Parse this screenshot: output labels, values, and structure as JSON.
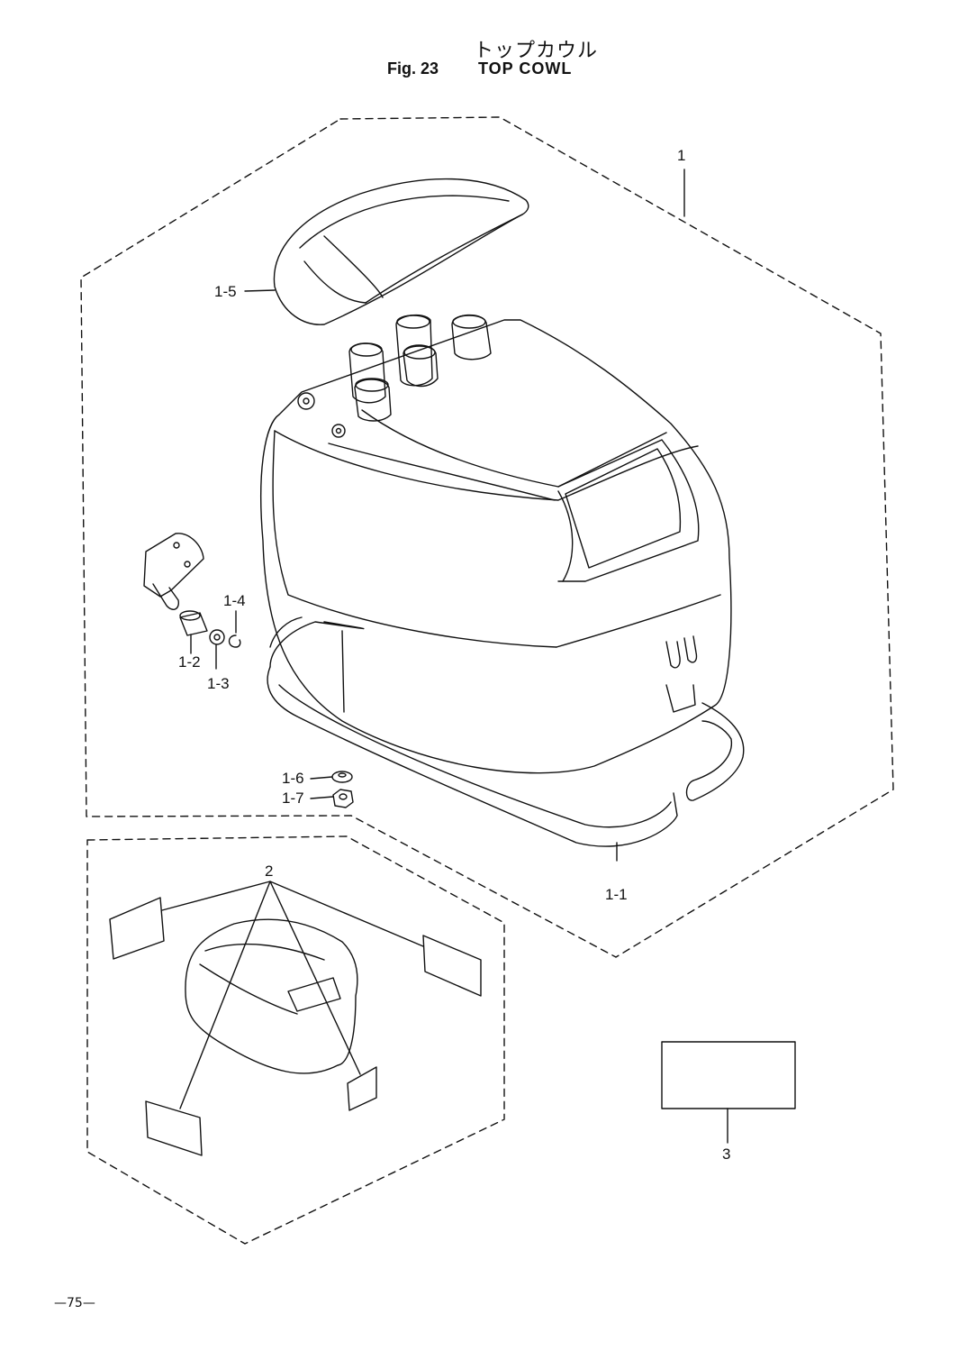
{
  "figure": {
    "title_jp": "トップカウル",
    "fig_number": "Fig. 23",
    "title_en": "TOP COWL"
  },
  "callouts": {
    "c1": "1",
    "c1_1": "1-1",
    "c1_2": "1-2",
    "c1_3": "1-3",
    "c1_4": "1-4",
    "c1_5": "1-5",
    "c1_6": "1-6",
    "c1_7": "1-7",
    "c2": "2",
    "c3": "3"
  },
  "page_number": "—75—"
}
